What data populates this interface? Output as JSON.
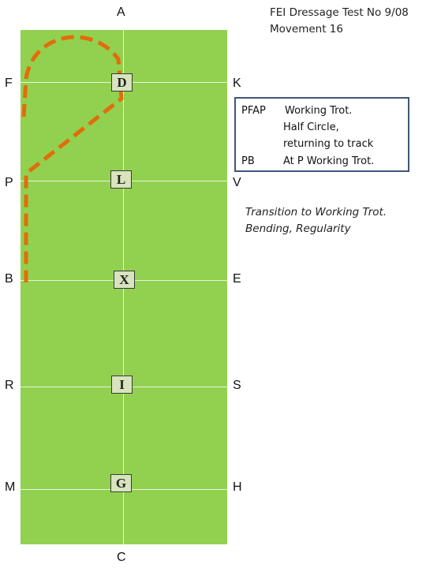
{
  "header": {
    "title_line1": "FEI Dressage Test No 9/08",
    "title_line2": "Movement 16"
  },
  "arena": {
    "letters": {
      "a": "A",
      "c": "C",
      "f": "F",
      "k": "K",
      "p": "P",
      "v": "V",
      "b": "B",
      "e": "E",
      "r": "R",
      "s": "S",
      "m": "M",
      "h": "H"
    },
    "markers": {
      "d": "D",
      "l": "L",
      "x": "X",
      "i": "I",
      "g": "G"
    },
    "colors": {
      "arena": "#92d050",
      "path": "#e36c0a",
      "marker_fill": "#d7e4bd",
      "box_border": "#3f5777"
    }
  },
  "movement": {
    "code1": "PFAP",
    "text1_line1": "Working Trot.",
    "text1_line2": "Half Circle,",
    "text1_line3": "returning to track",
    "code2": "PB",
    "text2": "At P Working Trot."
  },
  "note": {
    "line1": "Transition to Working Trot.",
    "line2": "Bending, Regularity"
  }
}
